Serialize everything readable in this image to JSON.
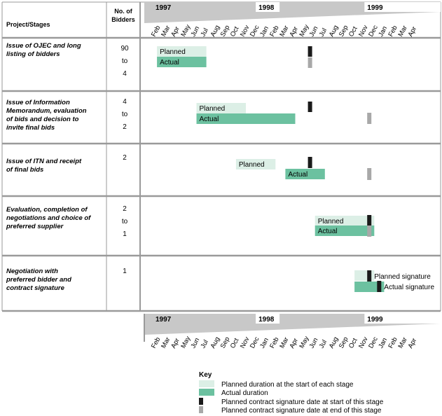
{
  "table": {
    "col_stage_header": "Project/Stages",
    "col_bidders_header_line1": "No. of",
    "col_bidders_header_line2": "Bidders"
  },
  "timeline": {
    "years": [
      "1997",
      "1998",
      "1999"
    ],
    "months": [
      "Feb",
      "Mar",
      "Apr",
      "May",
      "Jun",
      "Jul",
      "Aug",
      "Sep",
      "Oct",
      "Nov",
      "Dec",
      "Jan",
      "Feb",
      "Mar",
      "Apr",
      "May",
      "Jun",
      "Jul",
      "Aug",
      "Sep",
      "Oct",
      "Nov",
      "Dec",
      "Jan",
      "Feb",
      "Mar",
      "Apr"
    ]
  },
  "chart_data": {
    "type": "gantt",
    "time_unit": "month",
    "axis_start": "1997-02",
    "axis_end": "1999-04",
    "stages": [
      {
        "label_lines": [
          "Issue of OJEC and long",
          "listing of bidders"
        ],
        "bidders": [
          "90",
          "to",
          "4"
        ],
        "planned": {
          "start": "1997-03",
          "end": "1997-07",
          "label": "Planned"
        },
        "actual": {
          "start": "1997-03",
          "end": "1997-07",
          "label": "Actual"
        },
        "signature_start_stage": "1998-06",
        "signature_end_stage": "1998-06"
      },
      {
        "label_lines": [
          "Issue of Information",
          "Memorandum, evaluation",
          "of  bids and decision to",
          "invite final bids"
        ],
        "bidders": [
          "4",
          "to",
          "2"
        ],
        "planned": {
          "start": "1997-07",
          "end": "1997-11",
          "label": "Planned"
        },
        "actual": {
          "start": "1997-07",
          "end": "1998-04",
          "label": "Actual"
        },
        "signature_start_stage": "1998-06",
        "signature_end_stage": "1998-12"
      },
      {
        "label_lines": [
          "Issue of ITN and receipt",
          "of final bids"
        ],
        "bidders": [
          "2"
        ],
        "planned": {
          "start": "1997-11",
          "end": "1998-02",
          "label": "Planned"
        },
        "actual": {
          "start": "1998-04",
          "end": "1998-07",
          "label": "Actual"
        },
        "signature_start_stage": "1998-06",
        "signature_end_stage": "1998-12"
      },
      {
        "label_lines": [
          "Evaluation, completion of",
          "negotiations and choice of",
          "preferred supplier"
        ],
        "bidders": [
          "2",
          "to",
          "1"
        ],
        "planned": {
          "start": "1998-07",
          "end": "1998-12",
          "label": "Planned"
        },
        "actual": {
          "start": "1998-07",
          "end": "1998-12",
          "label": "Actual"
        },
        "signature_start_stage": "1998-12",
        "signature_end_stage": "1998-12"
      },
      {
        "label_lines": [
          "Negotiation with",
          "preferred bidder and",
          "contract signature"
        ],
        "bidders": [
          "1"
        ],
        "planned": {
          "start": "1998-11",
          "end": "1998-12",
          "label": ""
        },
        "actual": {
          "start": "1998-11",
          "end": "1999-01",
          "label": ""
        },
        "signature_start_stage": "1998-12",
        "signature_end_stage": "1999-01",
        "signature_start_label": "Planned signature",
        "signature_end_label": "Actual signature"
      }
    ],
    "key": {
      "title": "Key",
      "items": [
        {
          "symbol": "planned",
          "label": "Planned duration at the start of each stage"
        },
        {
          "symbol": "actual",
          "label": "Actual duration"
        },
        {
          "symbol": "sig_start",
          "label": "Planned contract signature date at start of this stage"
        },
        {
          "symbol": "sig_end",
          "label": "Planned contract signature date at end of this stage"
        }
      ]
    }
  },
  "colors": {
    "planned": "#dcefe6",
    "actual": "#6cc1a0",
    "sig_start": "#1a1a1a",
    "sig_end": "#a8a8a8",
    "header_band": "#c8c8c8",
    "rule": "#9a9a9a"
  }
}
